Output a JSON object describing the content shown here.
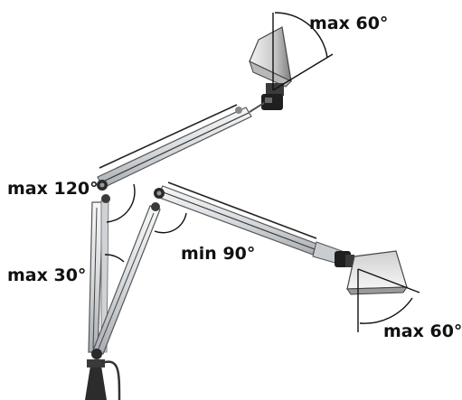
{
  "labels": {
    "top_head_angle": "max 60°",
    "elbow_angle": "max 120°",
    "lower_arm_angle": "max 30°",
    "inner_elbow_angle": "min 90°",
    "bottom_head_angle": "max 60°"
  },
  "colors": {
    "line": "#111111",
    "arm_fill": "#e4e6e8",
    "arm_edge": "#555555",
    "shade_light": "#dcdcdc",
    "shade_dark": "#8e8e8e",
    "joint": "#2a2a2a"
  }
}
